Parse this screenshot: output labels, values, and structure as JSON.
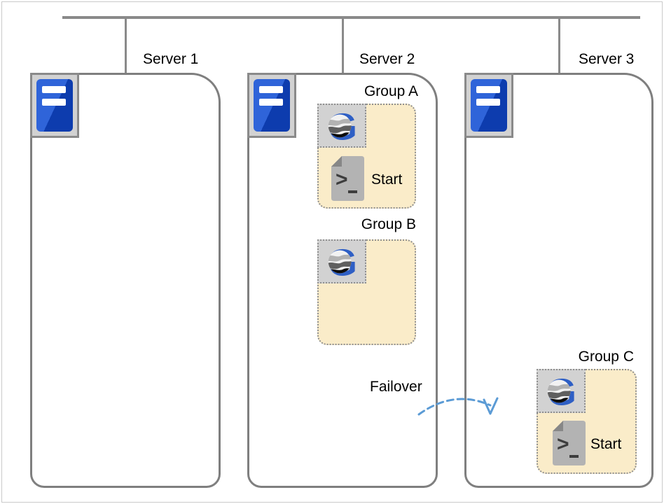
{
  "servers": [
    {
      "label": "Server 1",
      "groups": []
    },
    {
      "label": "Server 2",
      "groups": [
        {
          "label": "Group A",
          "start_script_label": "Start"
        },
        {
          "label": "Group B"
        }
      ]
    },
    {
      "label": "Server 3",
      "groups": [
        {
          "label": "Group C",
          "start_script_label": "Start"
        }
      ]
    }
  ],
  "failover": {
    "label": "Failover"
  },
  "icons": {
    "server_icon": "blue tower server on gray plate",
    "group_icon": "blue letter G wrapped around striped globe",
    "script_icon": "gray document with terminal prompt >_",
    "failover_arrow_icon": "blue dashed curved arrow pointing right-down"
  },
  "colors": {
    "server_box_border": "#7f7f7f",
    "network_line": "#8a8a8a",
    "group_fill": "#faecc9",
    "dotted_border": "#8f8f8f",
    "icon_plate_gray": "#d2d2d2",
    "server_blue_light": "#2f64d9",
    "server_blue_dark": "#0d3cae",
    "g_blue": "#2e5fc5",
    "arrow_blue": "#5b9bd5",
    "document_gray": "#b3b3b3",
    "document_fold_gray": "#878787",
    "text": "#000000"
  }
}
